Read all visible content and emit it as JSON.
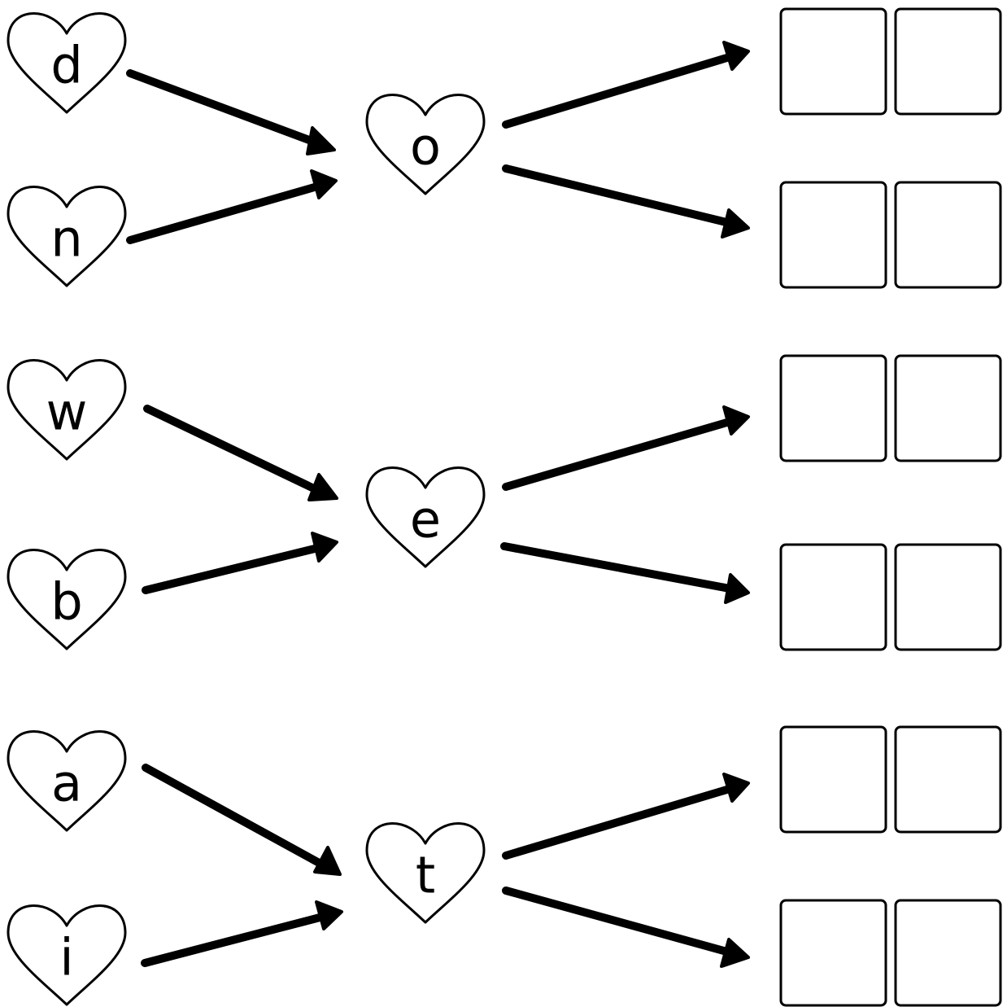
{
  "groups": [
    {
      "left_letters": [
        "d",
        "n"
      ],
      "middle_letter": "o",
      "answer_rows": 2,
      "boxes_per_row": 2
    },
    {
      "left_letters": [
        "w",
        "b"
      ],
      "middle_letter": "e",
      "answer_rows": 2,
      "boxes_per_row": 2
    },
    {
      "left_letters": [
        "a",
        "i"
      ],
      "middle_letter": "t",
      "answer_rows": 2,
      "boxes_per_row": 2
    }
  ],
  "colors": {
    "ink": "#000000",
    "paper": "#ffffff"
  },
  "icons": {
    "letter_holder": "heart-icon",
    "connector": "arrow-icon",
    "answer_slot": "letter-box"
  }
}
